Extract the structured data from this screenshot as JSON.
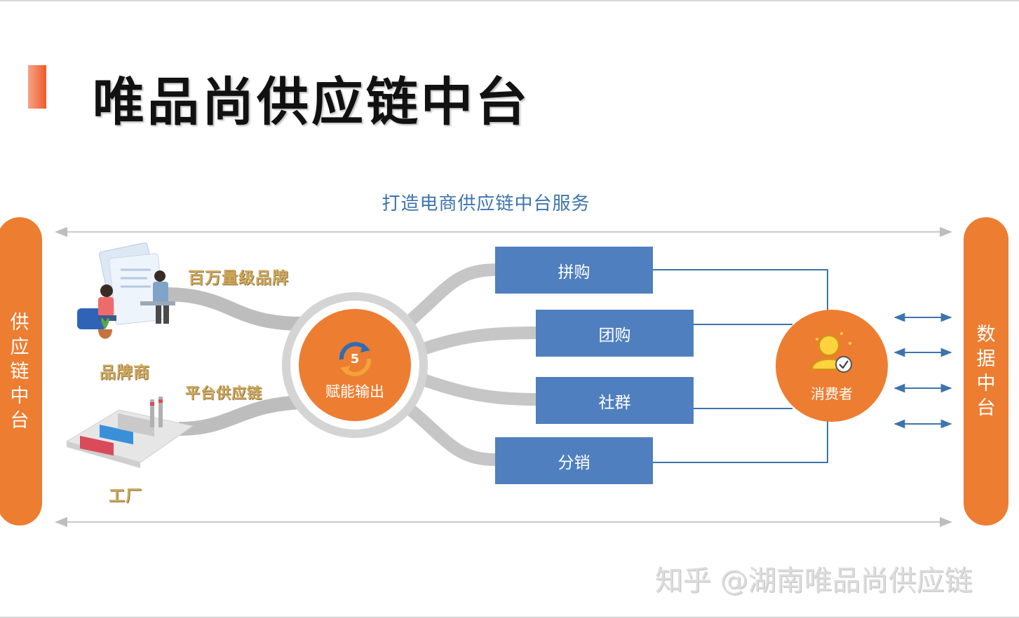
{
  "title": "唯品尚供应链中台",
  "subtitle": "打造电商供应链中台服务",
  "left_pillar": "供应链中台",
  "right_pillar": "数据中台",
  "sources": {
    "brand_count_label": "百万量级品牌",
    "brand_label": "品牌商",
    "platform_label": "平台供应链",
    "factory_label": "工厂"
  },
  "hub": {
    "label": "赋能输出",
    "icon": "refresh-arrows-icon"
  },
  "channels": [
    "拼购",
    "团购",
    "社群",
    "分销"
  ],
  "consumer": {
    "label": "消费者",
    "icon": "user-check-icon"
  },
  "watermark": "知乎 @湖南唯品尚供应链",
  "colors": {
    "accent": "#ed7d31",
    "box": "#4f7fbe",
    "line": "#3d74ad",
    "label_gold": "#cfa95f"
  }
}
